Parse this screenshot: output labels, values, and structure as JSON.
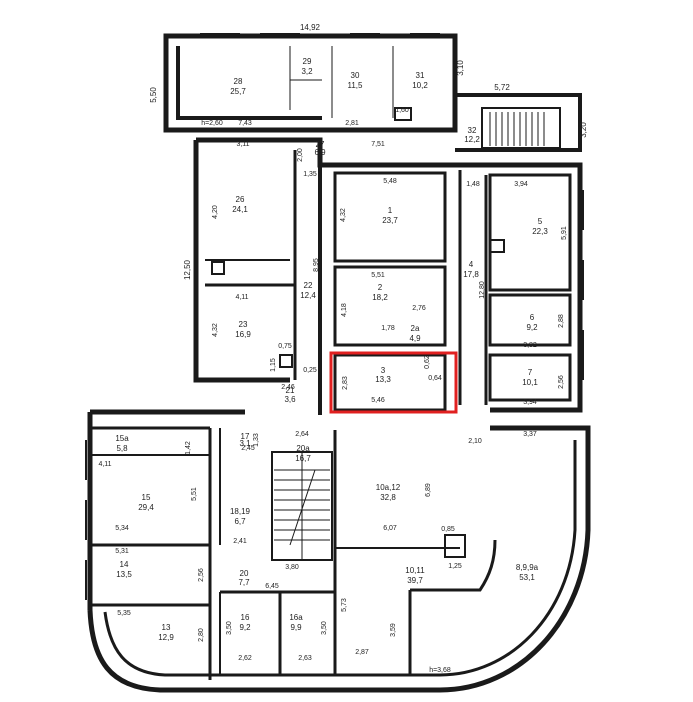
{
  "plan": {
    "highlight_color": "#e02020",
    "top_labels": {
      "width_total": "14,92",
      "left_height": "5,50",
      "right_top_1": "3,10",
      "right_top_2": "5,72",
      "right_top_3": "3,20",
      "left_mid_height": "12,50",
      "h_top": "h=2,60",
      "h_bottom": "h=3,68"
    },
    "dims": {
      "d_7_43": "7,43",
      "d_2_81": "2,81",
      "d_7_51": "7,51",
      "d_3_11": "3,11",
      "d_2_00": "2,00",
      "d_1_48": "1,48",
      "d_3_94_top": "3,94",
      "d_5_48": "5,48",
      "d_4_32_r1": "4,32",
      "d_5_91": "5,91",
      "d_8_95": "8,95",
      "d_5_51": "5,51",
      "d_2_76": "2,76",
      "d_1_78": "1,78",
      "d_4_18": "4,18",
      "d_12_80": "12,80",
      "d_3_82": "3,82",
      "d_2_88": "2,88",
      "d_2_56": "2,56",
      "d_3_94_low": "3,94",
      "d_4_20": "4,20",
      "d_4_11": "4,11",
      "d_4_32": "4,32",
      "d_0_75": "0,75",
      "d_1_15": "1,15",
      "d_2_46": "2,46",
      "d_0_25": "0,25",
      "d_1_35": "1,35",
      "d_5_46": "5,46",
      "d_2_83": "2,83",
      "d_0_64": "0,64",
      "d_0_62": "0,62",
      "d_2_10": "2,10",
      "d_3_37": "3,37",
      "d_2_64": "2,64",
      "d_4_11b": "4,11",
      "d_5_51b": "5,51",
      "d_5_34": "5,34",
      "d_5_31": "5,31",
      "d_2_56b": "2,56",
      "d_5_35": "5,35",
      "d_2_80": "2,80",
      "d_2_41": "2,41",
      "d_3_80": "3,80",
      "d_6_45": "6,45",
      "d_3_50a": "3,50",
      "d_3_50b": "3,50",
      "d_2_62": "2,62",
      "d_2_63": "2,63",
      "d_6_07": "6,07",
      "d_6_89": "6,89",
      "d_0_85": "0,85",
      "d_1_25": "1,25",
      "d_5_73": "5,73",
      "d_3_59": "3,59",
      "d_2_87": "2,87",
      "d_1_60": "1,60",
      "d_1_42": "1,42",
      "d_2_45": "2,45",
      "d_1_33": "1,33"
    },
    "rooms": [
      {
        "num": "28",
        "area": "25,7"
      },
      {
        "num": "29",
        "area": "3,2"
      },
      {
        "num": "30",
        "area": "11,5"
      },
      {
        "num": "31",
        "area": "10,2"
      },
      {
        "num": "32",
        "area": "12,2"
      },
      {
        "num": "27",
        "area": "6,9"
      },
      {
        "num": "26",
        "area": "24,1"
      },
      {
        "num": "1",
        "area": "23,7"
      },
      {
        "num": "5",
        "area": "22,3"
      },
      {
        "num": "4",
        "area": "17,8"
      },
      {
        "num": "2",
        "area": "18,2"
      },
      {
        "num": "2a",
        "area": "4,9"
      },
      {
        "num": "6",
        "area": "9,2"
      },
      {
        "num": "22",
        "area": "12,4"
      },
      {
        "num": "23",
        "area": "16,9"
      },
      {
        "num": "3",
        "area": "13,3"
      },
      {
        "num": "7",
        "area": "10,1"
      },
      {
        "num": "21",
        "area": "3,6"
      },
      {
        "num": "15a",
        "area": "5,8"
      },
      {
        "num": "15",
        "area": "29,4"
      },
      {
        "num": "17",
        "area": "3,1"
      },
      {
        "num": "18,19",
        "area": "6,7"
      },
      {
        "num": "20a",
        "area": "16,7"
      },
      {
        "num": "10a,12",
        "area": "32,8"
      },
      {
        "num": "14",
        "area": "13,5"
      },
      {
        "num": "20",
        "area": "7,7"
      },
      {
        "num": "10,11",
        "area": "39,7"
      },
      {
        "num": "8,9,9a",
        "area": "53,1"
      },
      {
        "num": "13",
        "area": "12,9"
      },
      {
        "num": "16",
        "area": "9,2"
      },
      {
        "num": "16a",
        "area": "9,9"
      }
    ]
  }
}
